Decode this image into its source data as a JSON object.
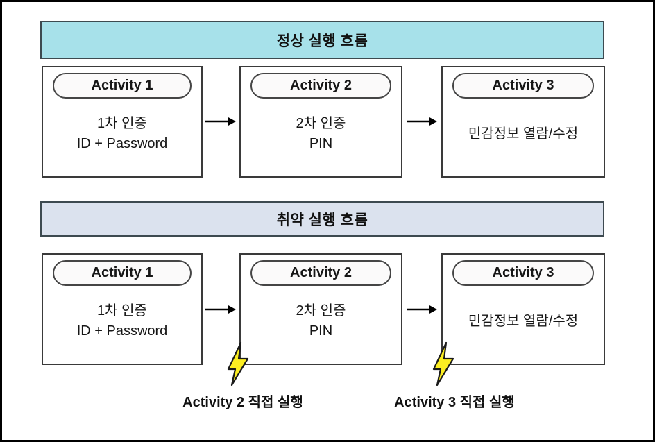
{
  "colors": {
    "normal_banner_bg": "#a7e1ea",
    "vulnerable_banner_bg": "#dbe2ee",
    "bolt_fill": "#fcee21",
    "bolt_stroke": "#1a1a1a",
    "arrow_color": "#000000"
  },
  "normal_flow": {
    "title": "정상 실행 흐름",
    "activities": [
      {
        "title": "Activity 1",
        "lines": [
          "1차 인증",
          "ID + Password"
        ]
      },
      {
        "title": "Activity 2",
        "lines": [
          "2차 인증",
          "PIN"
        ]
      },
      {
        "title": "Activity 3",
        "lines": [
          "민감정보 열람/수정"
        ]
      }
    ]
  },
  "vulnerable_flow": {
    "title": "취약 실행 흐름",
    "activities": [
      {
        "title": "Activity 1",
        "lines": [
          "1차 인증",
          "ID + Password"
        ]
      },
      {
        "title": "Activity 2",
        "lines": [
          "2차 인증",
          "PIN"
        ]
      },
      {
        "title": "Activity 3",
        "lines": [
          "민감정보 열람/수정"
        ]
      }
    ],
    "annotations": [
      {
        "icon": "lightning-bolt",
        "label": "Activity 2 직접 실행"
      },
      {
        "icon": "lightning-bolt",
        "label": "Activity 3 직접 실행"
      }
    ]
  }
}
